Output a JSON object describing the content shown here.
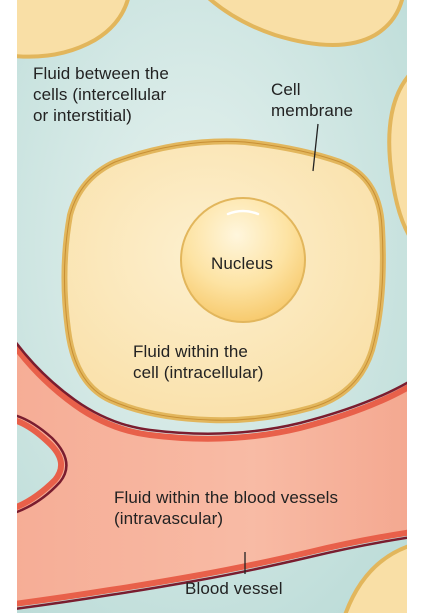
{
  "labels": {
    "interstitial_line1": "Fluid between the",
    "interstitial_line2": "cells (intercellular",
    "interstitial_line3": "or interstitial)",
    "membrane_line1": "Cell",
    "membrane_line2": "membrane",
    "nucleus": "Nucleus",
    "intracellular_line1": "Fluid within the",
    "intracellular_line2": "cell (intracellular)",
    "intravascular_line1": "Fluid within the blood vessels",
    "intravascular_line2": "(intravascular)",
    "blood_vessel": "Blood vessel"
  },
  "colors": {
    "interstitial_fluid": "#cfe6e2",
    "cell_fill": "#fbe6b4",
    "cell_membrane": "#e2b65c",
    "nucleus_fill": "#fcd98a",
    "blood_vessel_fill": "#f7b59e",
    "blood_vessel_wall_outer": "#7a1d2f",
    "blood_vessel_wall_inner": "#e8604a",
    "leader_line": "#222222"
  }
}
